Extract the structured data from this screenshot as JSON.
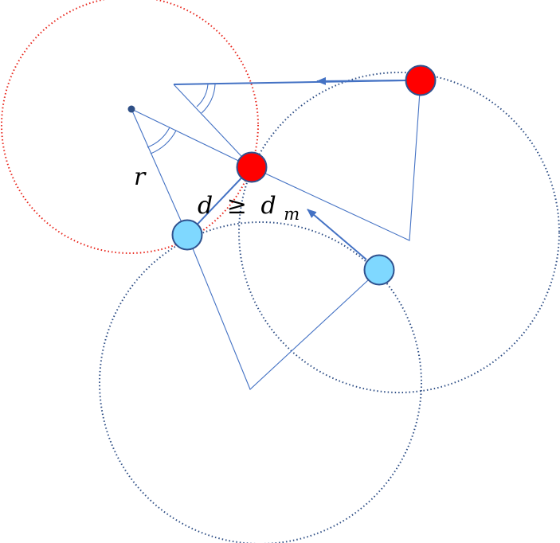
{
  "labels": {
    "radius": "r",
    "distance_lhs": "d",
    "distance_op": "≥",
    "distance_rhs": "d",
    "distance_subscript": "m"
  },
  "colors": {
    "line": "#4472c4",
    "dotted_red": "#e8251b",
    "dotted_blue": "#2f4f86",
    "node_red": "#ff0000",
    "node_blue": "#7fd8ff",
    "node_stroke": "#2f528f",
    "center_dot": "#2f4f86"
  }
}
